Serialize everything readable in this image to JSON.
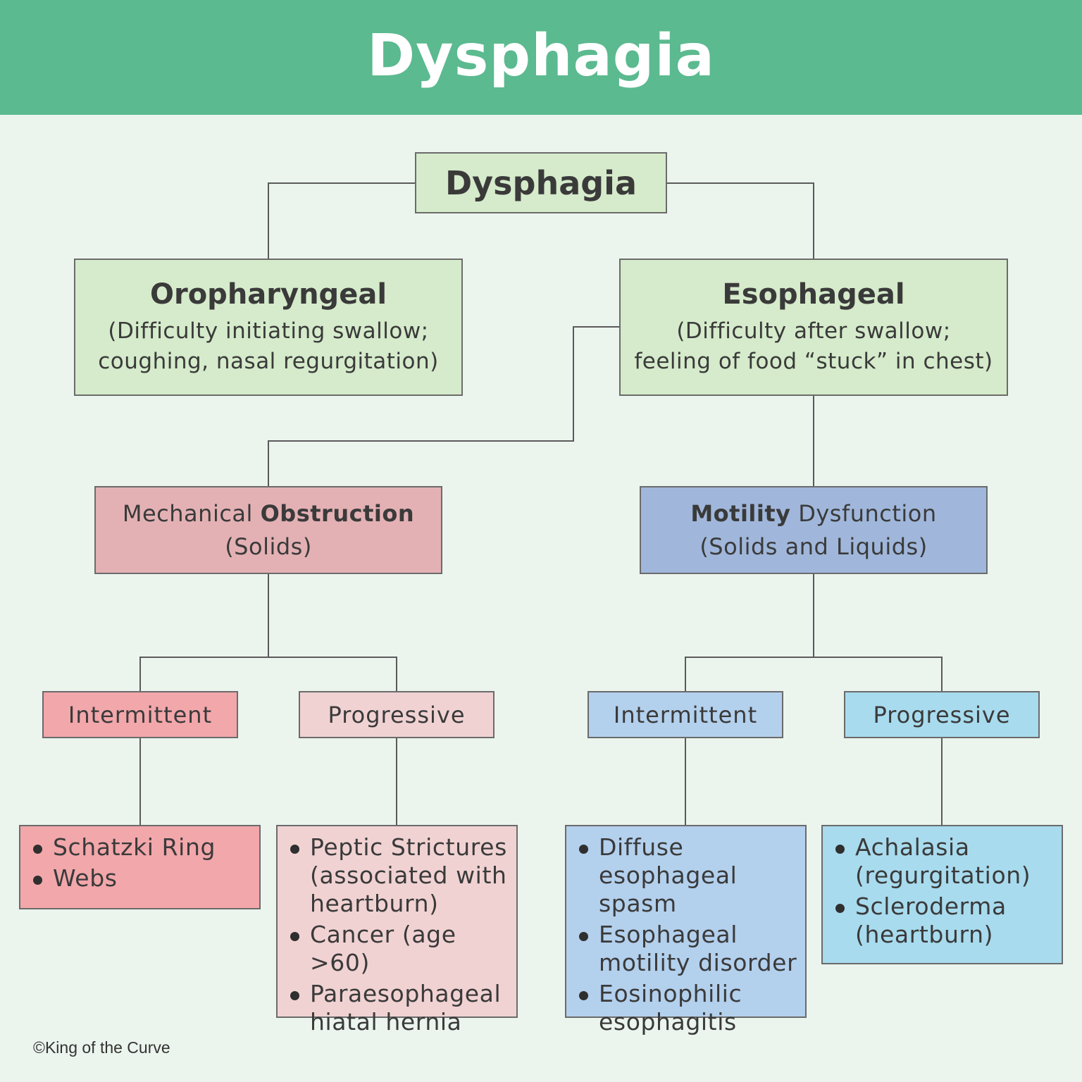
{
  "banner": {
    "title": "Dysphagia"
  },
  "root": {
    "label": "Dysphagia"
  },
  "oropharyngeal": {
    "title": "Oropharyngeal",
    "desc_line1": "(Difficulty initiating swallow;",
    "desc_line2": "coughing, nasal regurgitation)"
  },
  "esophageal": {
    "title": "Esophageal",
    "desc_line1": "(Difficulty after swallow;",
    "desc_line2": "feeling of food “stuck” in chest)"
  },
  "mechanical": {
    "prefix": "Mechanical ",
    "bold": "Obstruction",
    "sub": "(Solids)",
    "intermittent": {
      "label": "Intermittent",
      "items": [
        "Schatzki Ring",
        "Webs"
      ]
    },
    "progressive": {
      "label": "Progressive",
      "items": [
        "Peptic Strictures\n(associated with\nheartburn)",
        "Cancer (age >60)",
        "Paraesophageal\nhiatal hernia"
      ]
    }
  },
  "motility": {
    "bold": "Motility",
    "suffix": " Dysfunction",
    "sub": "(Solids and Liquids)",
    "intermittent": {
      "label": "Intermittent",
      "items": [
        "Diffuse\nesophageal spasm",
        "Esophageal\nmotility disorder",
        "Eosinophilic\nesophagitis"
      ]
    },
    "progressive": {
      "label": "Progressive",
      "items": [
        "Achalasia\n(regurgitation)",
        "Scleroderma\n(heartburn)"
      ]
    }
  },
  "colors": {
    "banner": "#5bba8f",
    "background": "#ebf5ee",
    "green_box": "#d5ebcb",
    "mechanical": "#e3b1b4",
    "mech_intermittent": "#f2a7ab",
    "mech_progressive": "#f1d2d3",
    "motility": "#a0b7db",
    "mot_intermittent": "#b3d0ed",
    "mot_progressive": "#a8dbee"
  },
  "copyright": "©King of the Curve"
}
